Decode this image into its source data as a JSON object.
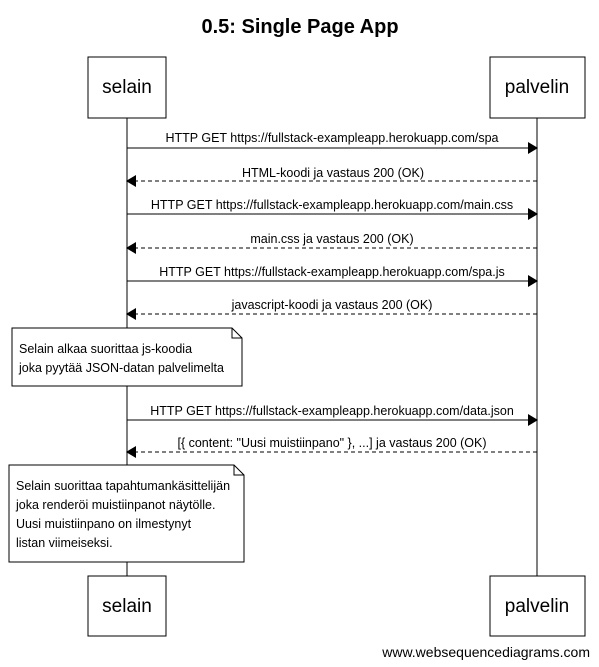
{
  "title": "0.5: Single Page App",
  "actors": {
    "browser": "selain",
    "server": "palvelin"
  },
  "messages": [
    {
      "text": "HTTP GET https://fullstack-exampleapp.herokuapp.com/spa",
      "kind": "request"
    },
    {
      "text": "HTML-koodi ja vastaus 200 (OK)",
      "kind": "response"
    },
    {
      "text": "HTTP GET https://fullstack-exampleapp.herokuapp.com/main.css",
      "kind": "request"
    },
    {
      "text": "main.css ja vastaus 200 (OK)",
      "kind": "response"
    },
    {
      "text": "HTTP GET https://fullstack-exampleapp.herokuapp.com/spa.js",
      "kind": "request"
    },
    {
      "text": "javascript-koodi ja vastaus 200 (OK)",
      "kind": "response"
    },
    {
      "text": "HTTP GET https://fullstack-exampleapp.herokuapp.com/data.json",
      "kind": "request"
    },
    {
      "text": "[{ content: \"Uusi muistiinpano\" }, ...] ja vastaus 200 (OK)",
      "kind": "response"
    }
  ],
  "notes": [
    {
      "lines": [
        "Selain alkaa suorittaa js-koodia",
        "joka pyytää JSON-datan palvelimelta"
      ]
    },
    {
      "lines": [
        "Selain suorittaa tapahtumankäsittelijän",
        "joka renderöi muistiinpanot näytölle.",
        "Uusi muistiinpano on ilmestynyt",
        "listan viimeiseksi."
      ]
    }
  ],
  "footer": "www.websequencediagrams.com"
}
